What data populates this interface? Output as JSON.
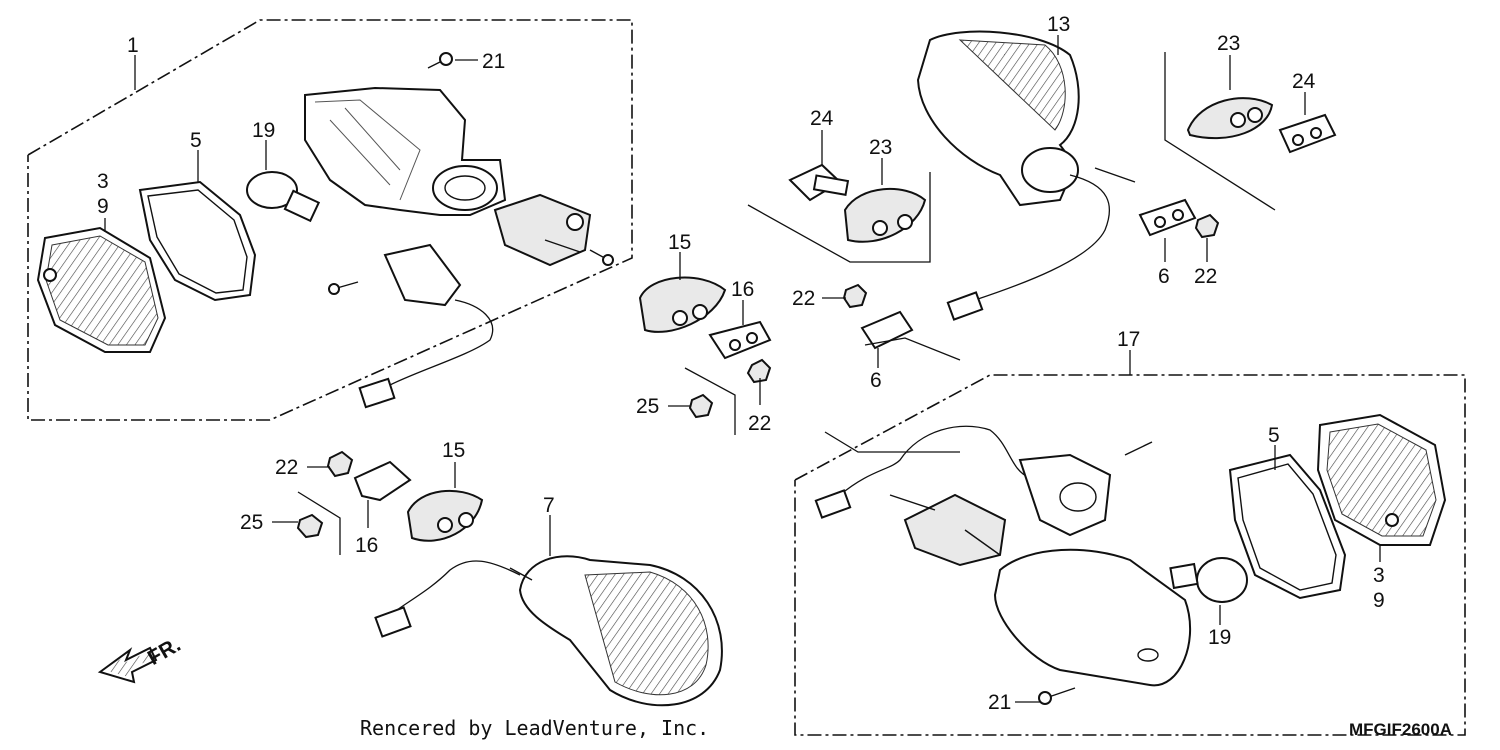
{
  "callouts": {
    "c1": "1",
    "c3a": "3",
    "c9a": "9",
    "c5a": "5",
    "c19a": "19",
    "c21a": "21",
    "c15a": "15",
    "c16a": "16",
    "c22a": "22",
    "c25a": "25",
    "c22b": "22",
    "c15b": "15",
    "c25b": "25",
    "c16b": "16",
    "c7": "7",
    "c13": "13",
    "c24a": "24",
    "c23a": "23",
    "c23b": "23",
    "c24b": "24",
    "c6a": "6",
    "c22c": "22",
    "c22d": "22",
    "c6b": "6",
    "c17": "17",
    "c5b": "5",
    "c3b": "3",
    "c9b": "9",
    "c19b": "19",
    "c21b": "21"
  },
  "direction_label": "FR.",
  "footer": {
    "credit": "Rencered by LeadVenture, Inc.",
    "diagram_code": "MFGIF2600A"
  }
}
